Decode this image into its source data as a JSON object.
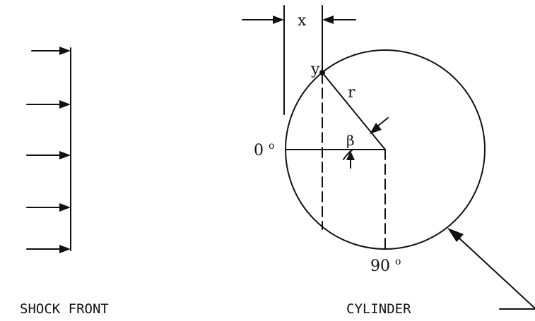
{
  "labels": {
    "shock_front": "SHOCK FRONT",
    "cylinder": "CYLINDER",
    "x": "x",
    "y": "y",
    "r": "r",
    "beta": "β",
    "zero_deg": "0",
    "ninety_deg": "90",
    "degree_mark": "o"
  },
  "colors": {
    "ink": "#111111",
    "background": "#ffffff"
  }
}
